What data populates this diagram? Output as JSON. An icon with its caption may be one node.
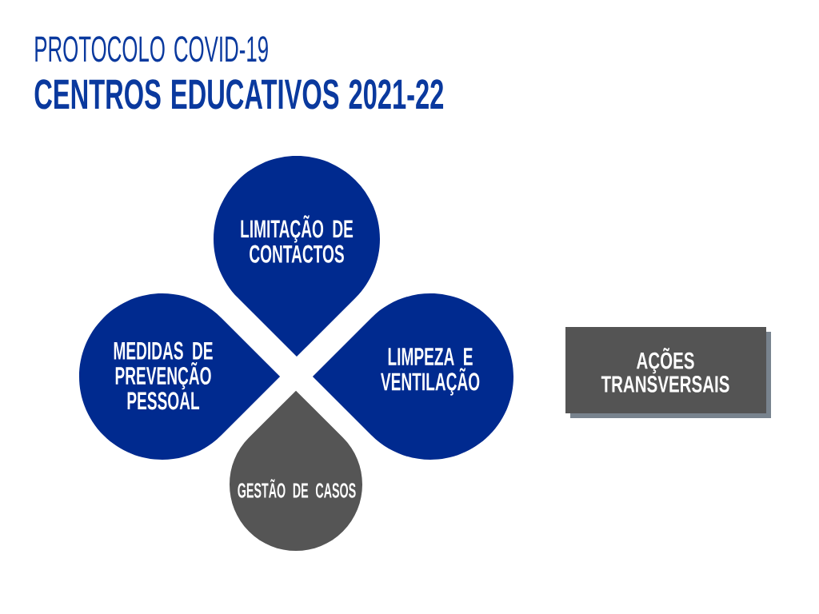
{
  "diagram": {
    "title": "PROTOCOLO COVID-19",
    "nodes": [
      {
        "text": [
          "LIMITAÇÃO DE CONTACTOS"
        ]
      },
      {
        "text": [
          "MEDIDAS DE PREVENÇÃO PESSOAL"
        ]
      },
      {
        "text": [
          "LIMPEZA E VENTILAÇÃO"
        ]
      },
      {
        "text": [
          "GESTÃO DE CASOS"
        ]
      },
      {
        "text": [
          "AÇÕES TRANSVERSAIS"
        ]
      }
    ],
    "labels": [
      "CENTROS EDUCATIVOS 2021-22"
    ]
  }
}
